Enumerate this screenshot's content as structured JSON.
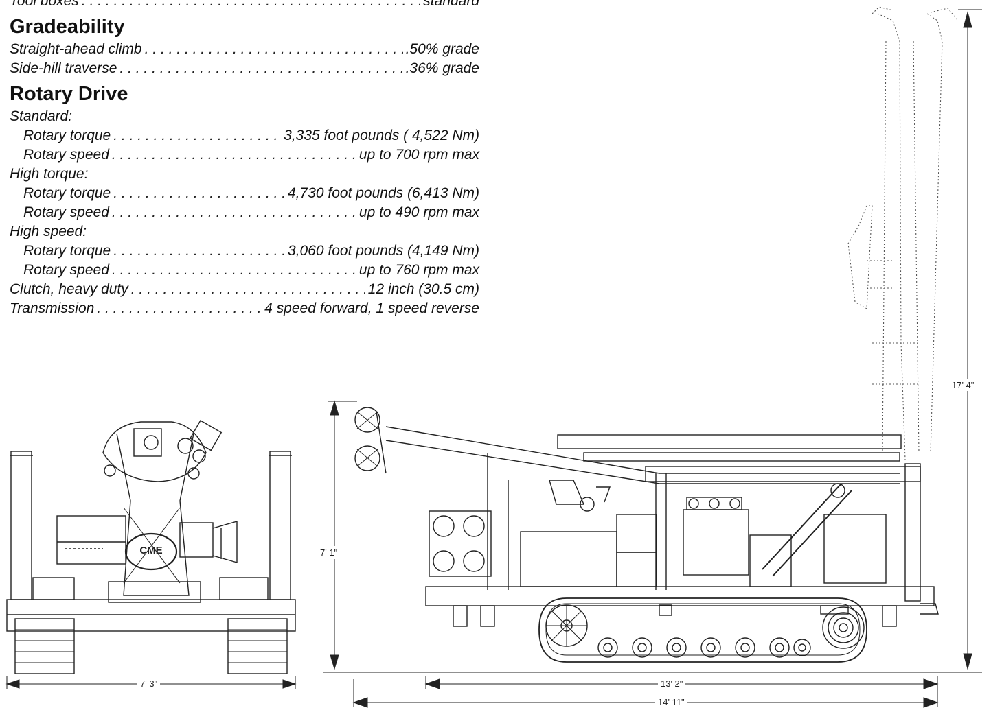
{
  "specs": {
    "top_row": {
      "label": "Tool boxes",
      "value": "standard"
    },
    "gradeability": {
      "heading": "Gradeability",
      "rows": [
        {
          "label": "Straight-ahead climb",
          "value": ".50% grade"
        },
        {
          "label": "Side-hill traverse",
          "value": ".36% grade"
        }
      ]
    },
    "rotary": {
      "heading": "Rotary Drive",
      "standard": {
        "title": "Standard:",
        "rows": [
          {
            "label": "Rotary torque",
            "value": "3,335 foot pounds ( 4,522 Nm)"
          },
          {
            "label": "Rotary speed",
            "value": "up to 700 rpm max"
          }
        ]
      },
      "high_torque": {
        "title": "High torque:",
        "rows": [
          {
            "label": "Rotary torque",
            "value": "4,730 foot pounds (6,413 Nm)"
          },
          {
            "label": "Rotary speed",
            "value": "up to 490 rpm max"
          }
        ]
      },
      "high_speed": {
        "title": "High speed:",
        "rows": [
          {
            "label": "Rotary torque",
            "value": "3,060 foot pounds (4,149 Nm)"
          },
          {
            "label": "Rotary speed",
            "value": "up to 760 rpm max"
          }
        ]
      },
      "other": [
        {
          "label": "Clutch, heavy duty",
          "value": "12 inch (30.5 cm)"
        },
        {
          "label": "Transmission",
          "value": "4 speed forward, 1 speed reverse"
        }
      ]
    }
  },
  "drawing": {
    "logo": "CME",
    "dimensions": {
      "front_width": "7' 3\"",
      "side_height": "7' 1\"",
      "track_length": "13' 2\"",
      "overall_length": "14' 11\"",
      "mast_height": "17' 4\""
    }
  }
}
